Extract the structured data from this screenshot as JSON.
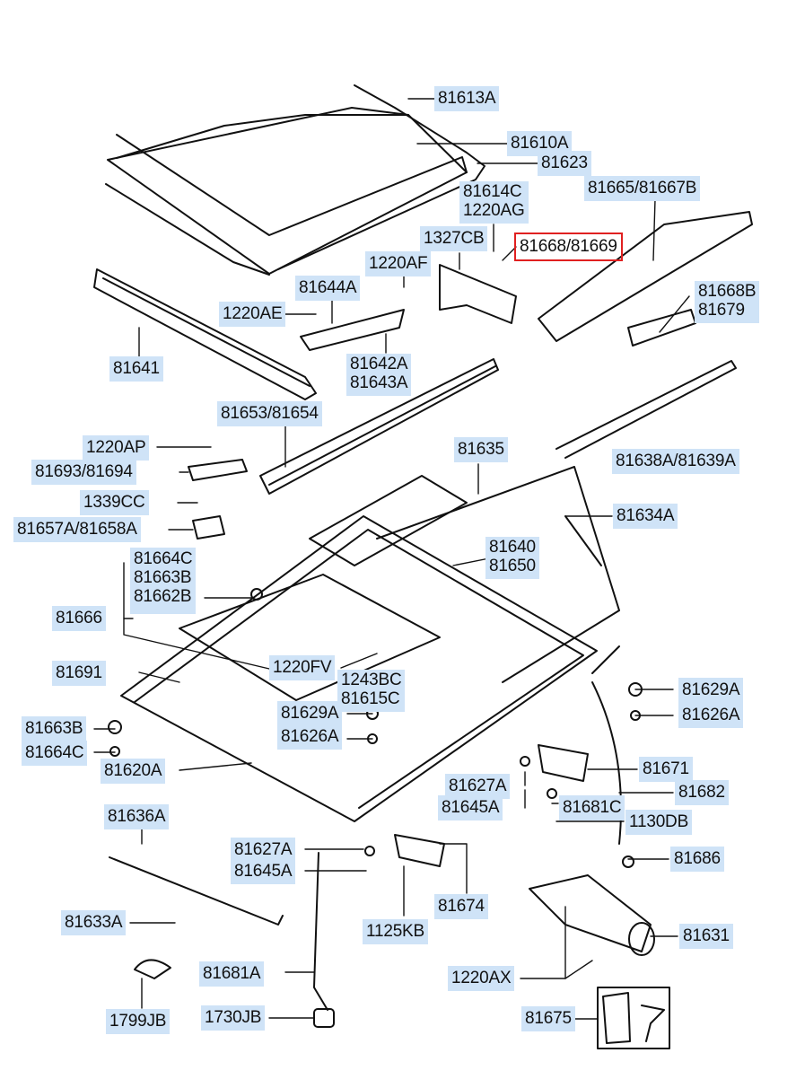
{
  "highlight_color": "#e02020",
  "label_bg": "#cfe3f7",
  "labels": [
    "81613A",
    "81610A",
    "81623",
    "81614C\n1220AG",
    "81665/81667B",
    "1327CB",
    "81668/81669",
    "1220AF",
    "81644A",
    "1220AE",
    "81668B\n81679",
    "81641",
    "81642A\n81643A",
    "81653/81654",
    "81635",
    "1220AP",
    "81693/81694",
    "81638A/81639A",
    "1339CC",
    "81634A",
    "81657A/81658A",
    "81640\n81650",
    "81664C\n81663B\n81662B",
    "81666",
    "1220FV",
    "81691",
    "1243BC\n81615C",
    "81629A",
    "81629A",
    "81626A",
    "81663B",
    "81626A",
    "81664C",
    "81620A",
    "81671",
    "81627A",
    "81682",
    "81645A",
    "81681C",
    "1130DB",
    "81636A",
    "81627A",
    "81645A",
    "81686",
    "81674",
    "81633A",
    "1125KB",
    "81631",
    "81681A",
    "1220AX",
    "1799JB",
    "1730JB",
    "81675"
  ]
}
